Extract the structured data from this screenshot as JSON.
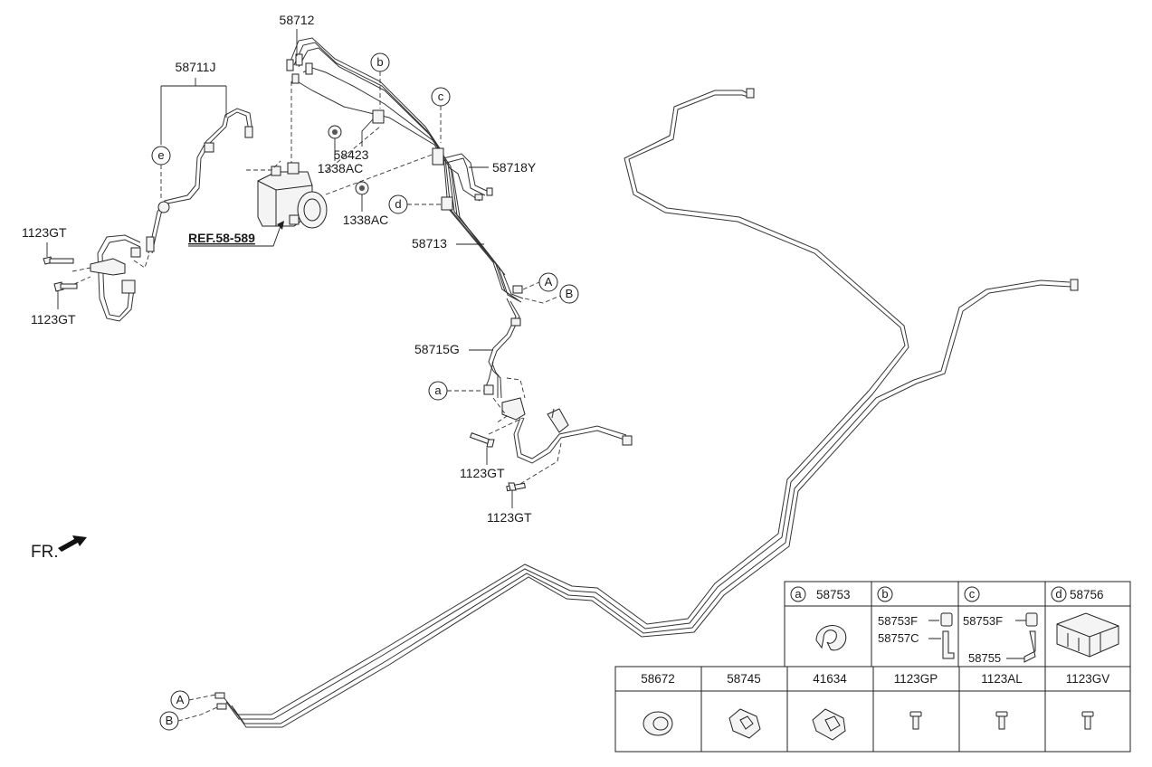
{
  "labels": {
    "p58712": "58712",
    "p58711J": "58711J",
    "p58423": "58423",
    "p1338AC_1": "1338AC",
    "p1338AC_2": "1338AC",
    "p58718Y": "58718Y",
    "ref": "REF.58-589",
    "p1123GT_1": "1123GT",
    "p1123GT_2": "1123GT",
    "p58713": "58713",
    "p58715G": "58715G",
    "p1123GT_3": "1123GT",
    "p1123GT_4": "1123GT",
    "fr": "FR."
  },
  "callouts": {
    "a": "a",
    "b": "b",
    "c": "c",
    "d": "d",
    "e": "e",
    "A1": "A",
    "B1": "B",
    "A2": "A",
    "B2": "B"
  },
  "table": {
    "row1": [
      {
        "letter": "a",
        "code": "58753"
      },
      {
        "letter": "b",
        "code": ""
      },
      {
        "letter": "c",
        "code": ""
      },
      {
        "letter": "d",
        "code": "58756"
      }
    ],
    "sub_b": [
      "58753F",
      "58757C"
    ],
    "sub_c": [
      "58753F",
      "58755"
    ],
    "row2": [
      "58672",
      "58745",
      "41634",
      "1123GP",
      "1123AL",
      "1123GV"
    ]
  }
}
